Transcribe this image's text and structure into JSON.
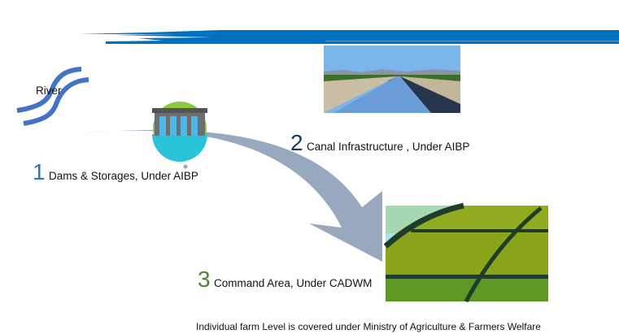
{
  "river_label": "River",
  "steps": [
    {
      "number": "1",
      "label": "Dams & Storages, Under AIBP",
      "color": "#2e75b6"
    },
    {
      "number": "2",
      "label": "Canal Infrastructure , Under AIBP",
      "color": "#1f3864"
    },
    {
      "number": "3",
      "label": "Command Area, Under CADWM",
      "color": "#548235"
    }
  ],
  "footnote": "Individual farm Level is covered under Ministry of Agriculture & Farmers Welfare",
  "colors": {
    "banner": "#0070c0",
    "river": "#4472c4",
    "arrow": "#97a8bf"
  }
}
